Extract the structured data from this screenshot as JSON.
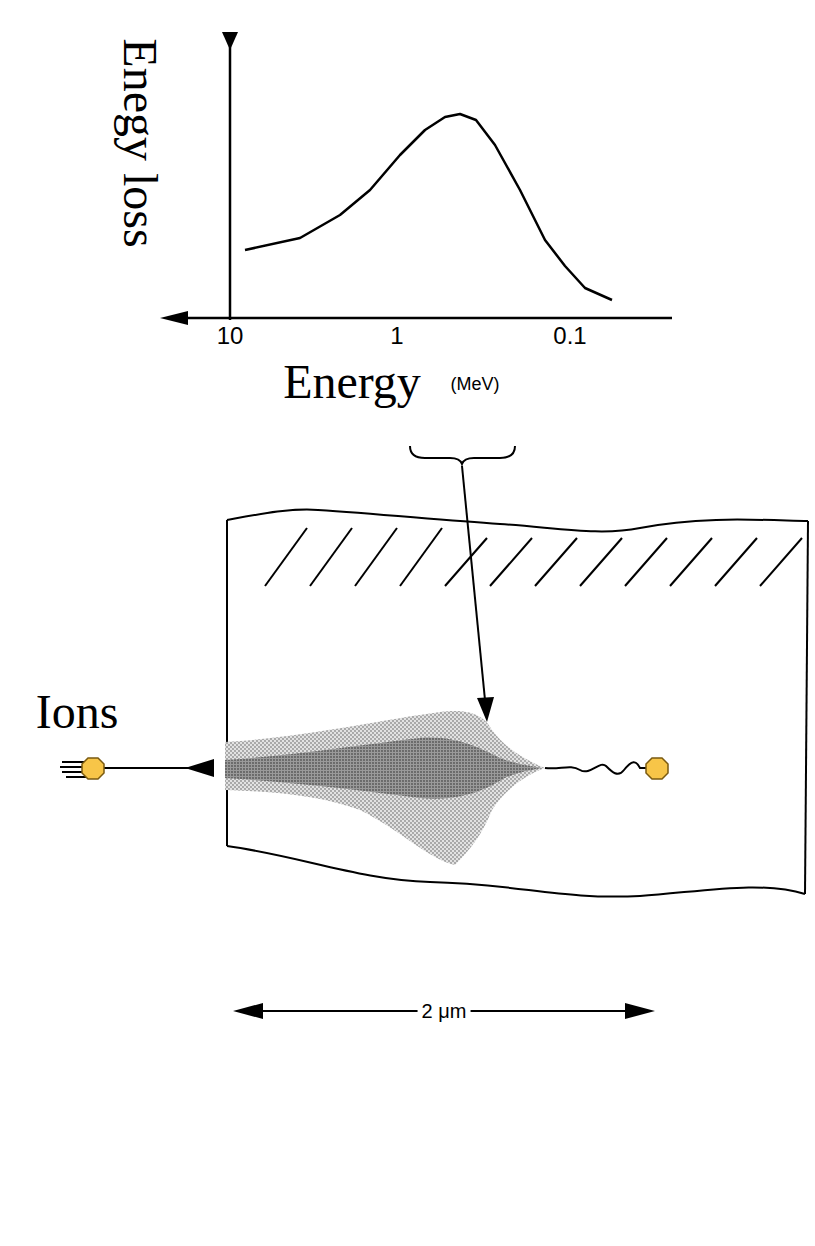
{
  "diagram": {
    "labels": [
      "Enegy loss",
      "10",
      "1",
      "0.1",
      "Energy",
      "(MeV)",
      "Ions",
      "2 μm"
    ]
  }
}
